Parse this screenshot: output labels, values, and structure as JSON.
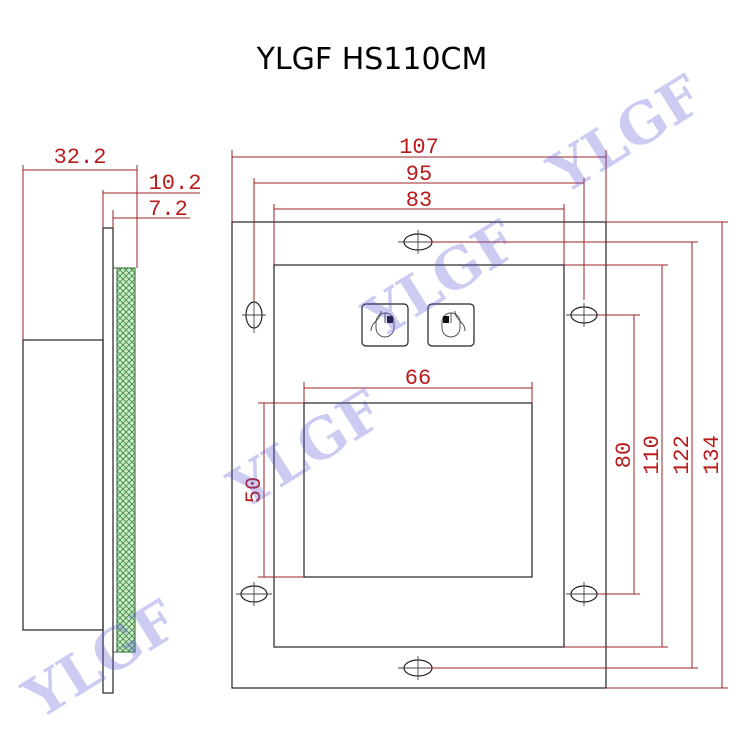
{
  "title": "YLGF HS110CM",
  "watermark": "YLGF",
  "colors": {
    "dimension": "#b81b1b",
    "outline": "#222222",
    "mesh": "#3a8a3a",
    "watermark": "#5a5ad8"
  },
  "side_view": {
    "depth_total": "32.2",
    "depth_mid": "10.2",
    "depth_panel": "7.2"
  },
  "front_view": {
    "width_outer": "107",
    "width_hole_span": "95",
    "width_inner": "83",
    "touchpad_width": "66",
    "touchpad_height": "50",
    "height_hole_span_small": "80",
    "height_inner": "110",
    "height_hole_span_large": "122",
    "height_outer": "134"
  },
  "icons": {
    "left_button": "mouse-left-click-icon",
    "right_button": "mouse-right-click-icon",
    "mount_hole": "mount-hole-icon"
  }
}
